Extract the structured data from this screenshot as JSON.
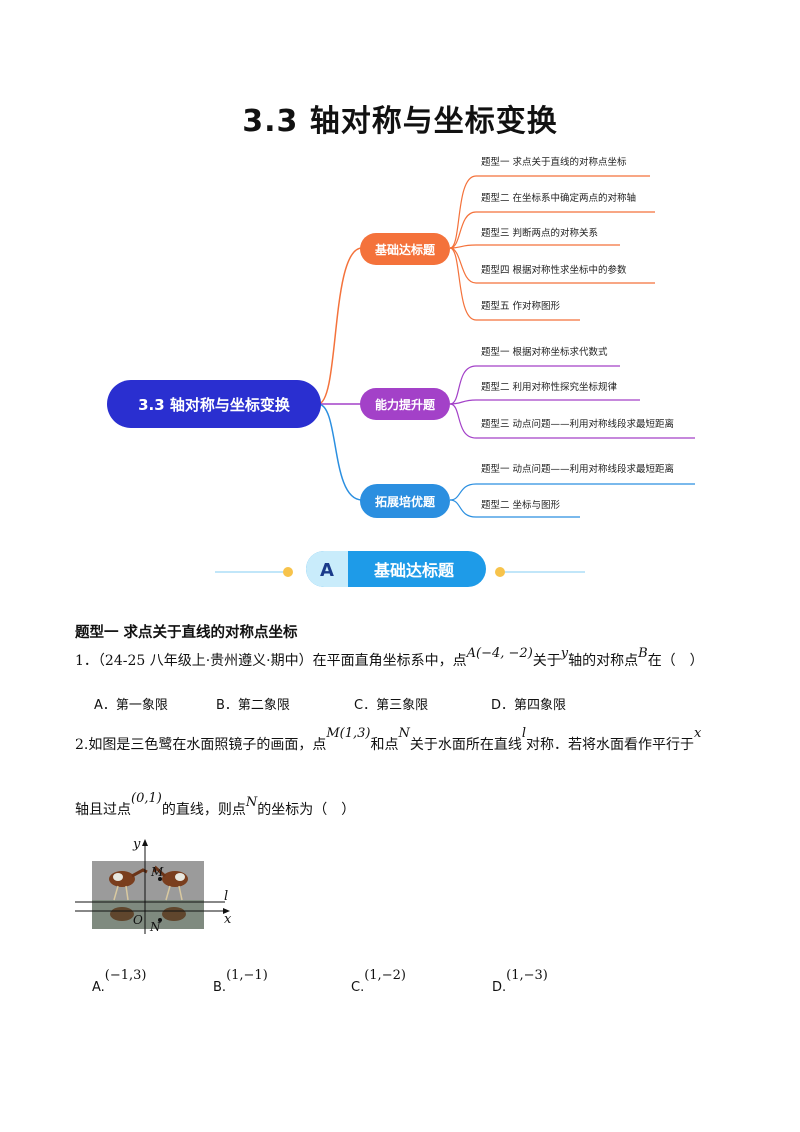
{
  "title": "3.3  轴对称与坐标变换",
  "mindmap": {
    "root": "3.3 轴对称与坐标变换",
    "branches": [
      {
        "label": "基础达标题",
        "color": "#f4723b",
        "items": [
          "题型一 求点关于直线的对称点坐标",
          "题型二 在坐标系中确定两点的对称轴",
          "题型三 判断两点的对称关系",
          "题型四 根据对称性求坐标中的参数",
          "题型五 作对称图形"
        ]
      },
      {
        "label": "能力提升题",
        "color": "#a341c8",
        "items": [
          "题型一 根据对称坐标求代数式",
          "题型二 利用对称性探究坐标规律",
          "题型三 动点问题——利用对称线段求最短距离"
        ]
      },
      {
        "label": "拓展培优题",
        "color": "#2b8fe0",
        "items": [
          "题型一 动点问题——利用对称线段求最短距离",
          "题型二 坐标与图形"
        ]
      }
    ]
  },
  "banner": {
    "letter": "A",
    "label": "基础达标题"
  },
  "section": {
    "heading": "题型一  求点关于直线的对称点坐标"
  },
  "q1": {
    "number": "1．",
    "source": "（24-25 八年级上·贵州遵义·期中）",
    "text_a": "在平面直角坐标系中，点",
    "point": "A(−4, −2)",
    "text_b": "关于",
    "axis": "y",
    "text_c": "轴的对称点",
    "pt_b": "B",
    "text_d": "在（　）",
    "options": [
      "A．第一象限",
      "B．第二象限",
      "C．第三象限",
      "D．第四象限"
    ]
  },
  "q2": {
    "text_a": "2.如图是三色鹭在水面照镜子的画面，点",
    "m": "M(1,3)",
    "text_b": "和点",
    "n": "N",
    "text_c": "关于水面所在直线",
    "l": "l",
    "text_d": "对称．若将水面看作平行于",
    "x": "x",
    "text_e": "轴且过点",
    "pt": "(0,1)",
    "text_f": "的直线，则点",
    "n2": "N",
    "text_g": "的坐标为（　）",
    "figure": {
      "y": "y",
      "x": "x",
      "l": "l",
      "m": "M",
      "n": "N",
      "o": "O"
    },
    "options": [
      {
        "letter": "A.",
        "value": "(−1,3)"
      },
      {
        "letter": "B.",
        "value": "(1,−1)"
      },
      {
        "letter": "C.",
        "value": "(1,−2)"
      },
      {
        "letter": "D.",
        "value": "(1,−3)"
      }
    ]
  }
}
